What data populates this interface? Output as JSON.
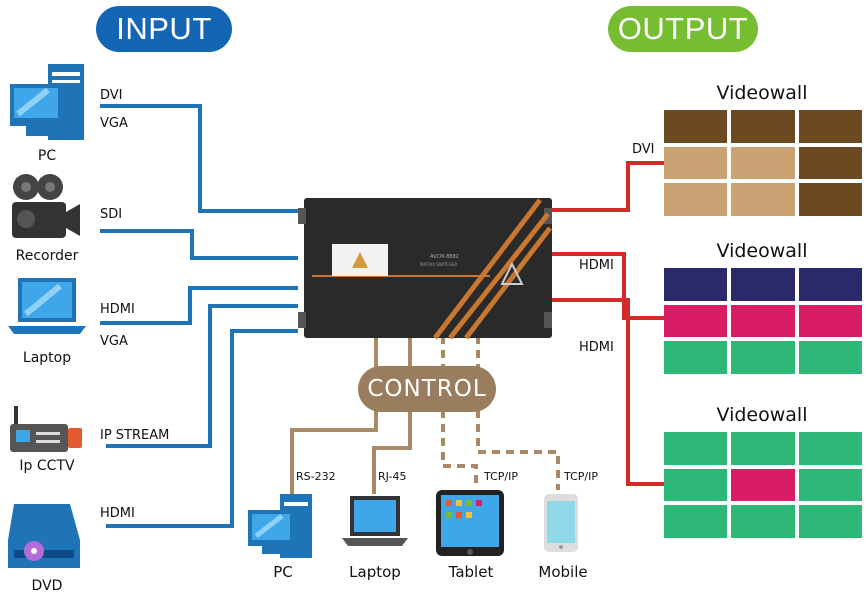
{
  "header": {
    "input": "INPUT",
    "output": "OUTPUT"
  },
  "inputs": [
    {
      "name": "PC",
      "signals": [
        "DVI",
        "VGA"
      ]
    },
    {
      "name": "Recorder",
      "signals": [
        "SDI"
      ]
    },
    {
      "name": "Laptop",
      "signals": [
        "HDMI",
        "VGA"
      ]
    },
    {
      "name": "Ip CCTV",
      "signals": [
        "IP STREAM"
      ]
    },
    {
      "name": "DVD",
      "signals": [
        "HDMI"
      ]
    }
  ],
  "outputs": [
    {
      "title": "Videowall",
      "signal": "DVI",
      "colors": [
        "#6b4a22",
        "#6b4a22",
        "#6b4a22",
        "#c9a273",
        "#c9a273",
        "#6b4a22",
        "#c9a273",
        "#c9a273",
        "#6b4a22"
      ]
    },
    {
      "title": "Videowall",
      "signal": "HDMI",
      "colors": [
        "#2a2a6b",
        "#2a2a6b",
        "#2a2a6b",
        "#d81c66",
        "#d81c66",
        "#d81c66",
        "#2eb877",
        "#2eb877",
        "#2eb877"
      ]
    },
    {
      "title": "Videowall",
      "signal": "HDMI",
      "colors": [
        "#2eb877",
        "#2eb877",
        "#2eb877",
        "#2eb877",
        "#d81c66",
        "#2eb877",
        "#2eb877",
        "#2eb877",
        "#2eb877"
      ]
    }
  ],
  "control": {
    "label": "CONTROL",
    "devices": [
      {
        "name": "PC",
        "protocol": "RS-232"
      },
      {
        "name": "Laptop",
        "protocol": "RJ-45"
      },
      {
        "name": "Tablet",
        "protocol": "TCP/IP"
      },
      {
        "name": "Mobile",
        "protocol": "TCP/IP"
      }
    ]
  },
  "colors": {
    "input_line": "#1f73b7",
    "output_line": "#d42a2a",
    "control_line": "#a88865",
    "device_body": "#2a2a2a",
    "device_stripe": "#c9762e"
  }
}
